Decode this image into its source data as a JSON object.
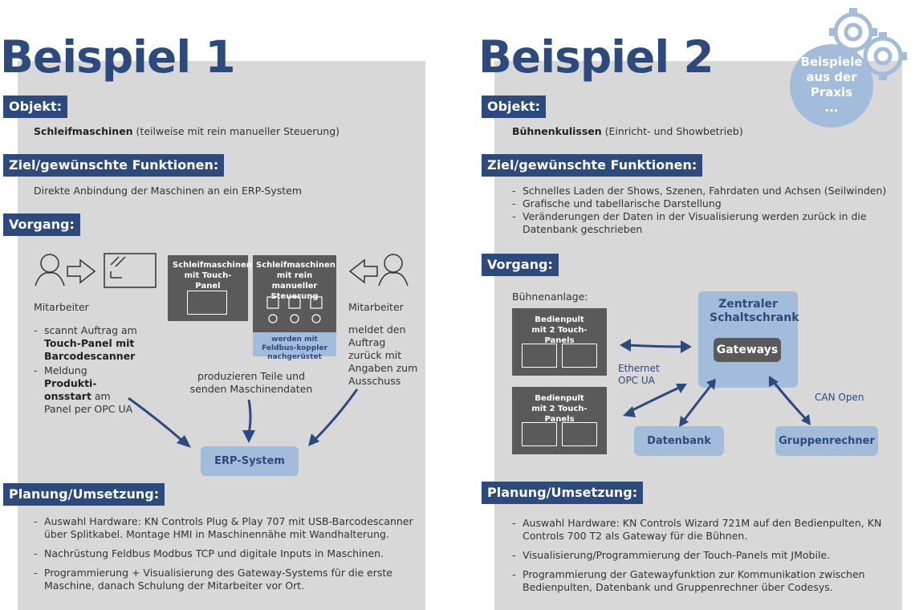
{
  "badge": {
    "lines": [
      "Beispiele",
      "aus der",
      "Praxis",
      "..."
    ]
  },
  "left": {
    "title": "Beispiel 1",
    "objekt_header": "Objekt:",
    "objekt_bold": "Schleifmaschinen",
    "objekt_rest": " (teilweise mit rein manueller Steuerung)",
    "ziel_header": "Ziel/gewünschte Funktionen:",
    "ziel_text": "Direkte Anbindung der Maschinen an ein ERP-System",
    "vorgang_header": "Vorgang:",
    "worker_left_label": "Mitarbeiter",
    "worker_left_items": [
      {
        "pre": "scannt Auftrag am ",
        "bold": "Touch-Panel mit Barcodescanner",
        "post": ""
      },
      {
        "pre": "Meldung ",
        "bold": "Produkti-onsstart",
        "post": " am Panel per OPC UA"
      }
    ],
    "machine1_label": "Schleifmaschinen mit Touch-Panel",
    "machine2_label": "Schleifmaschinen mit rein manueller Steuerung",
    "machine2_note": "werden mit Feldbus-koppler nachgerüstet",
    "center_text": "produzieren Teile und senden Maschinendaten",
    "worker_right_label": "Mitarbeiter",
    "worker_right_text": "meldet den Auftrag zurück mit Angaben zum Ausschuss",
    "erp_label": "ERP-System",
    "planung_header": "Planung/Umsetzung:",
    "planung_items": [
      "Auswahl Hardware: KN Controls Plug & Play 707 mit USB-Barcodescanner über Splitkabel. Montage HMI in Maschinennähe mit Wandhalterung.",
      "Nachrüstung Feldbus Modbus TCP und digitale Inputs in Maschinen.",
      "Programmierung + Visualisierung des Gateway-Systems für die erste Maschine, danach Schulung der Mitarbeiter vor Ort."
    ]
  },
  "right": {
    "title": "Beispiel 2",
    "objekt_header": "Objekt:",
    "objekt_bold": "Bühnenkulissen",
    "objekt_rest": " (Einricht- und Showbetrieb)",
    "ziel_header": "Ziel/gewünschte Funktionen:",
    "ziel_items": [
      "Schnelles Laden der Shows, Szenen, Fahrdaten und Achsen (Seilwinden)",
      "Grafische und tabellarische Darstellung",
      "Veränderungen der Daten in der Visualisierung werden zurück in die Datenbank geschrieben"
    ],
    "vorgang_header": "Vorgang:",
    "buehnenanlage_label": "Bühnenanlage:",
    "bedienpult1_label": "Bedienpult mit 2 Touch-Panels",
    "bedienpult2_label": "Bedienpult mit 2 Touch-Panels",
    "schaltschrank_label": "Zentraler Schaltschrank",
    "gateways_label": "Gateways",
    "ethernet_label": "Ethernet OPC UA",
    "canopen_label": "CAN Open",
    "datenbank_label": "Datenbank",
    "gruppenrechner_label": "Gruppenrechner",
    "planung_header": "Planung/Umsetzung:",
    "planung_items": [
      "Auswahl Hardware: KN Controls Wizard 721M auf den Bedienpulten, KN Controls 700 T2 als Gateway für die Bühnen.",
      "Visualisierung/Programmierung der Touch-Panels mit JMobile.",
      "Programmierung der Gatewayfunktion zur Kommunikation zwischen Bedienpulten, Datenbank und Gruppenrechner über Codesys."
    ]
  },
  "colors": {
    "navy": "#2c4a7c",
    "light_blue": "#a3bcdb",
    "panel_gray": "#d8d8d8",
    "box_dark": "#5a5a5a"
  }
}
